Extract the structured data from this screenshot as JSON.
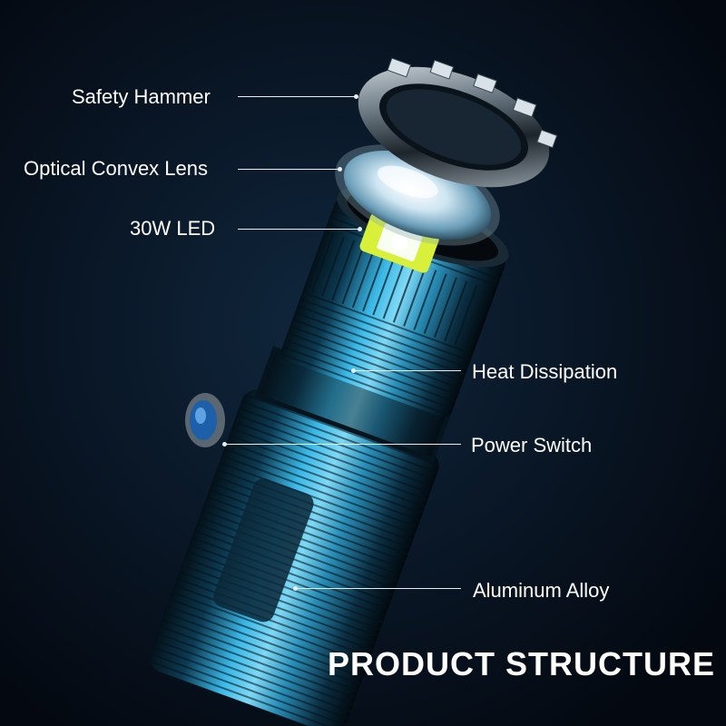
{
  "labels": {
    "safety_hammer": "Safety Hammer",
    "optical_convex_lens": "Optical Convex Lens",
    "led": "30W LED",
    "heat_dissipation": "Heat Dissipation",
    "power_switch": "Power Switch",
    "aluminum_alloy": "Aluminum Alloy"
  },
  "title": "PRODUCT STRUCTURE",
  "colors": {
    "background": "#0a1828",
    "body_highlight": "#3ab8e6",
    "body_dark": "#0c2a3a",
    "led_chip": "#d8f03a",
    "text": "#ffffff"
  },
  "icons": {
    "flashlight": "flashlight-illustration"
  }
}
